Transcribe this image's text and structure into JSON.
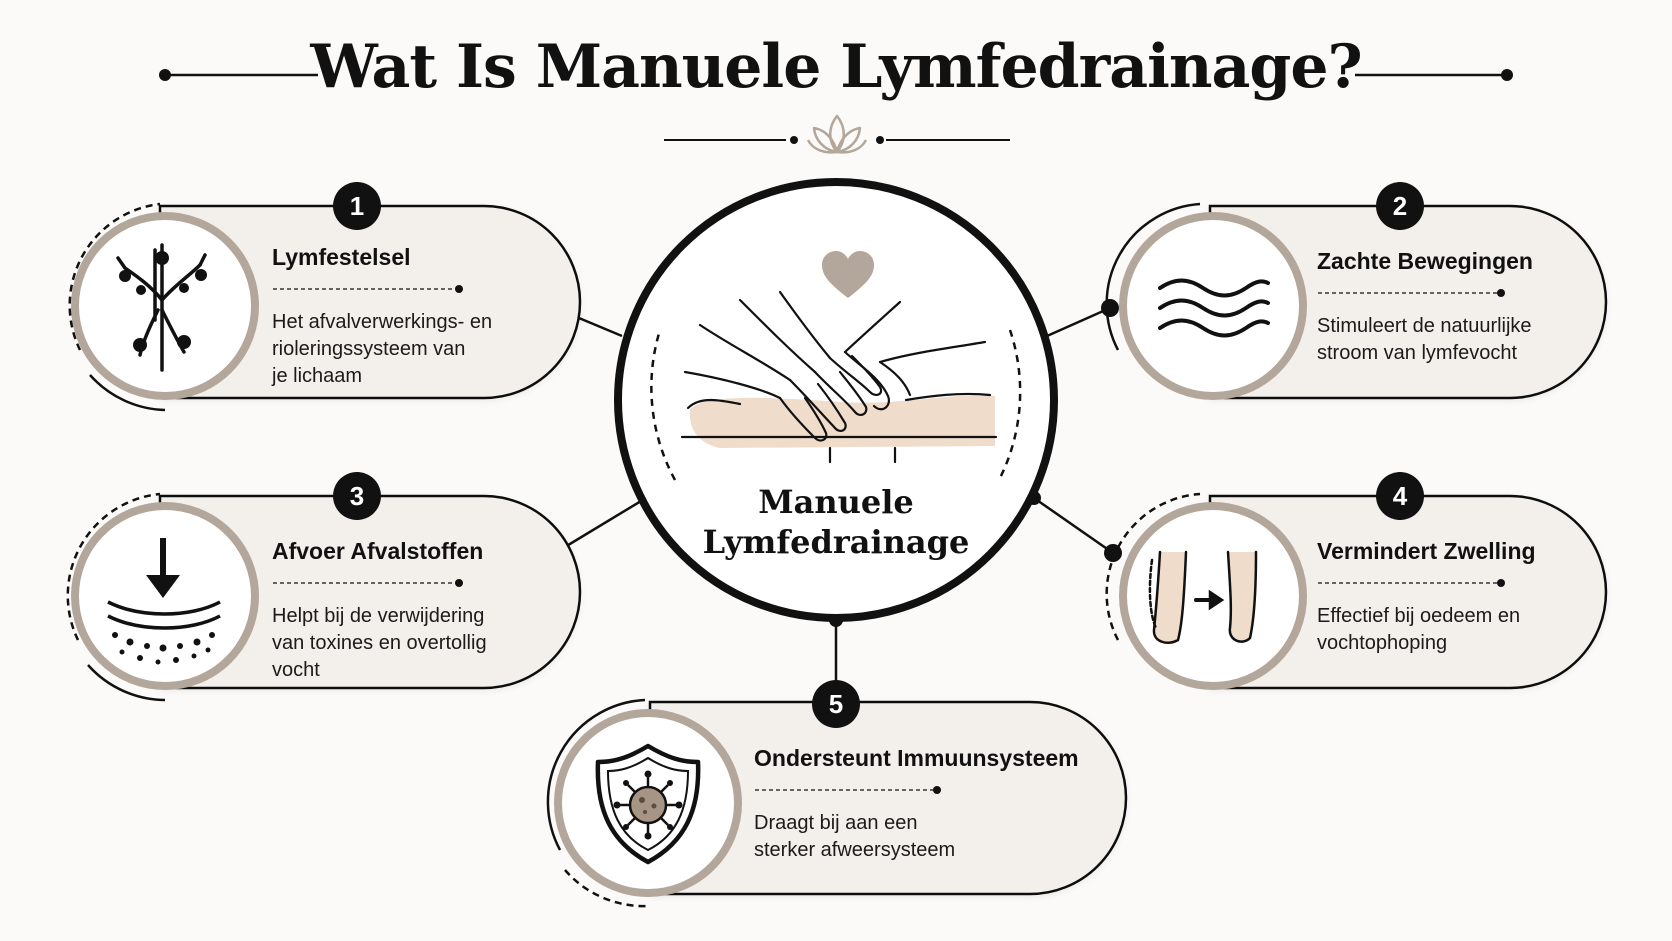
{
  "title": "Wat Is Manuele Lymfedrainage?",
  "center": {
    "label": "Manuele\nLymfedrainage",
    "heart_icon": "heart-icon",
    "illustration": "massage-hands-illustration"
  },
  "cards": [
    {
      "number": "1",
      "title": "Lymfestelsel",
      "description": "Het afvalverwerkings- en\nrioleringssysteem van\nje lichaam",
      "icon": "lymph-system-icon"
    },
    {
      "number": "2",
      "title": "Zachte Bewegingen",
      "description": "Stimuleert de natuurlijke\nstroom van lymfevocht",
      "icon": "waves-icon"
    },
    {
      "number": "3",
      "title": "Afvoer Afvalstoffen",
      "description": "Helpt bij de verwijdering\nvan toxines en overtollig\nvocht",
      "icon": "drainage-arrow-icon"
    },
    {
      "number": "4",
      "title": "Vermindert Zwelling",
      "description": "Effectief bij oedeem en\nvochtophoping",
      "icon": "legs-swelling-icon"
    },
    {
      "number": "5",
      "title": "Ondersteunt Immuunsysteem",
      "description": "Draagt bij aan een\nsterker afweersysteem",
      "icon": "shield-virus-icon"
    }
  ],
  "colors": {
    "ink": "#111111",
    "card_fill": "#f3efeb",
    "taupe": "#b3a69a",
    "skin": "#efdccb"
  },
  "ornament_icon": "lotus-icon"
}
